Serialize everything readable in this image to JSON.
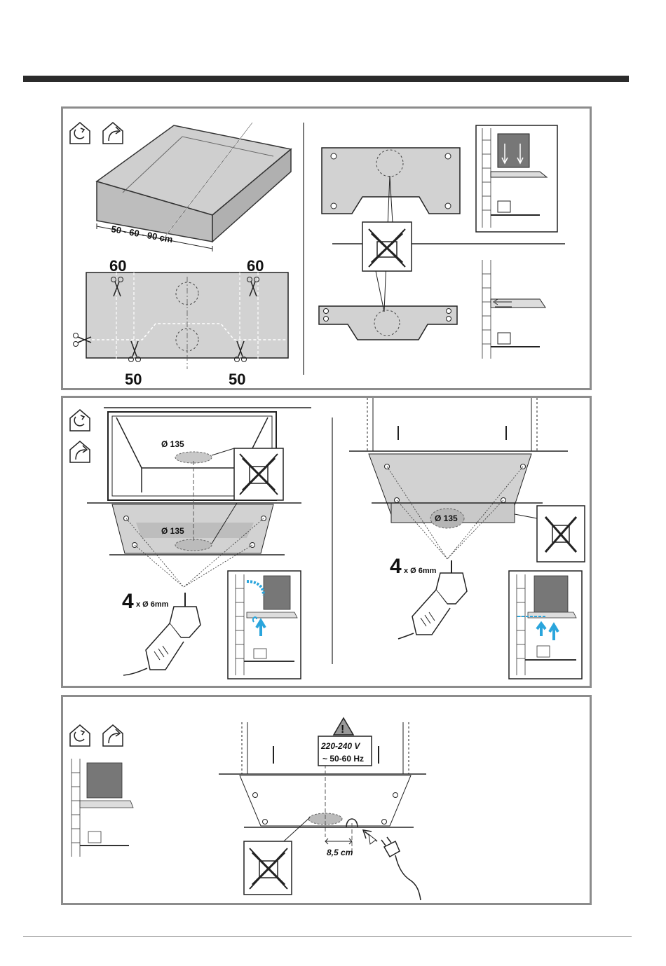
{
  "panel1": {
    "width_label": "50 - 60 - 90 cm",
    "cut_top_left": "60",
    "cut_top_right": "60",
    "cut_bottom_left": "50",
    "cut_bottom_right": "50"
  },
  "panel2": {
    "diameter_top": "Ø 135",
    "diameter_bottom": "Ø 135",
    "drill_count": "4",
    "drill_spec": "x Ø 6mm"
  },
  "panel3": {
    "diameter": "Ø 135",
    "drill_count": "4",
    "drill_spec": "x Ø 6mm"
  },
  "panel4": {
    "voltage": "220-240 V",
    "frequency": "~ 50-60 Hz",
    "distance": "8,5 cm",
    "warning_symbol": "!"
  },
  "colors": {
    "fill_grey": "#d2d2d2",
    "frame_grey": "#8c8c8c",
    "arrow_blue": "#2aa5dc"
  },
  "icons": [
    "ducted-mode-icon",
    "recirculation-mode-icon",
    "scissors-icon",
    "no-screwdriver-icon",
    "drill-icon",
    "warning-triangle-icon",
    "plug-icon"
  ]
}
